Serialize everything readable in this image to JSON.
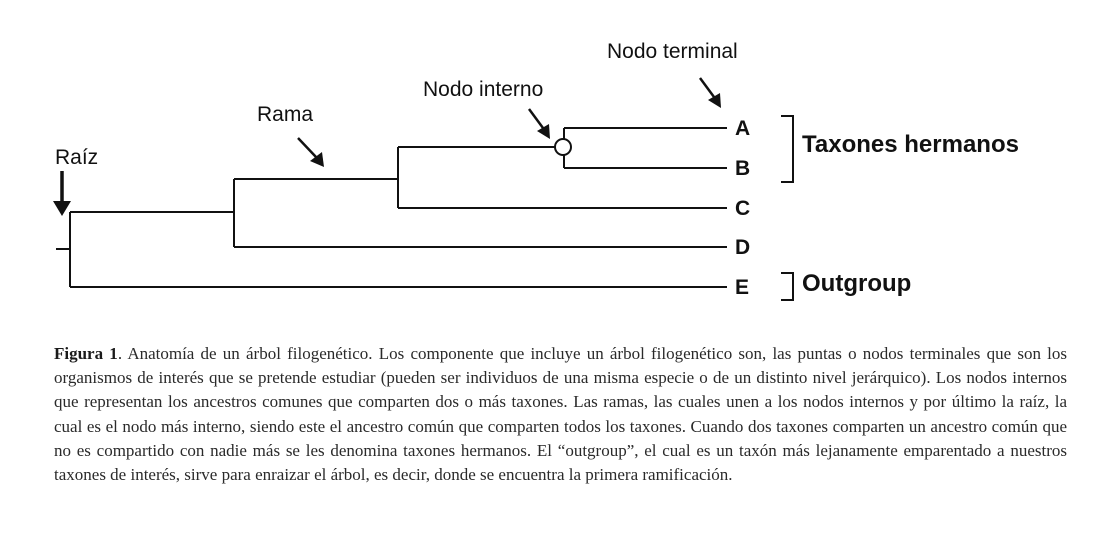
{
  "labels": {
    "root": "Raíz",
    "branch": "Rama",
    "internal_node": "Nodo interno",
    "terminal_node": "Nodo terminal"
  },
  "taxa": [
    "A",
    "B",
    "C",
    "D",
    "E"
  ],
  "brackets": {
    "sister": "Taxones hermanos",
    "outgroup": "Outgroup"
  },
  "caption": {
    "label": "Figura 1",
    "text": ". Anatomía de un árbol filogenético. Los componente que incluye un árbol filogenético son, las puntas o nodos terminales que son los organismos de interés que se pretende estudiar (pueden ser individuos de una misma especie o de un distinto nivel jerárquico). Los nodos internos que representan los ancestros comunes que comparten dos o más taxones. Las ramas, las cuales unen a los nodos internos y por último la raíz, la cual es el nodo más interno, siendo este el ancestro común que comparten todos los taxones. Cuando dos taxones comparten un ancestro común que no es compartido con nadie más se les denomina taxones hermanos. El “outgroup”, el cual es un taxón más lejanamente emparentado a nuestros taxones de interés, sirve para enraizar el árbol, es decir, donde se encuentra la primera ramificación."
  },
  "colors": {
    "line": "#111111",
    "text": "#111111"
  }
}
